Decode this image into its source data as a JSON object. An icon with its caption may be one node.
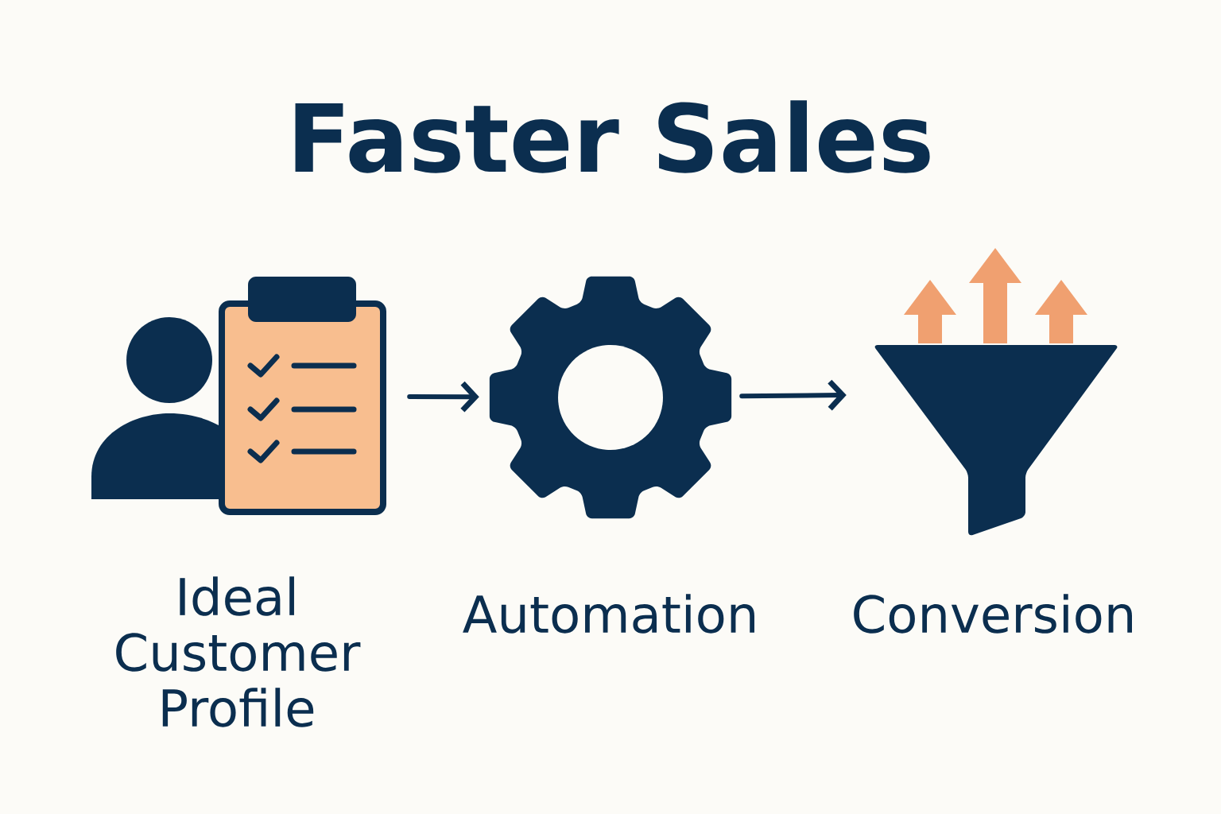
{
  "diagram": {
    "title": "Faster Sales",
    "nodes": [
      {
        "text": [
          "Ideal Customer Profile"
        ]
      },
      {
        "text": [
          "Automation"
        ]
      },
      {
        "text": [
          "Conversion"
        ]
      }
    ],
    "edges": [
      {
        "from": 0,
        "to": 1,
        "arrow": "to"
      },
      {
        "from": 1,
        "to": 2,
        "arrow": "to"
      }
    ]
  }
}
